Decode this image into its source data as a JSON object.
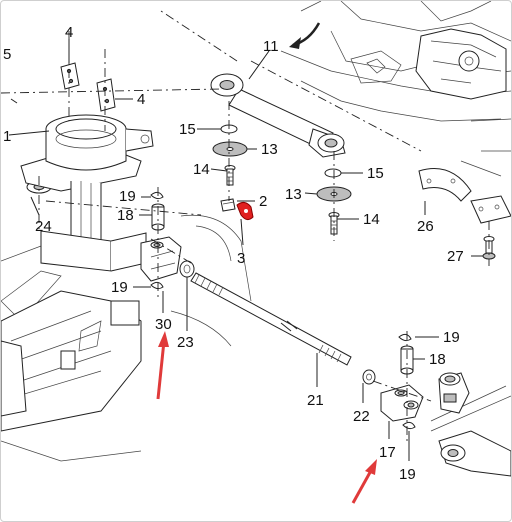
{
  "callouts": {
    "c1": "1",
    "c2": "2",
    "c3": "3",
    "c4a": "4",
    "c4b": "4",
    "c5": "5",
    "c11": "11",
    "c13a": "13",
    "c13b": "13",
    "c14a": "14",
    "c14b": "14",
    "c15a": "15",
    "c15b": "15",
    "c17": "17",
    "c18a": "18",
    "c18b": "18",
    "c19a": "19",
    "c19b": "19",
    "c19c": "19",
    "c19d": "19",
    "c21": "21",
    "c22": "22",
    "c23": "23",
    "c24": "24",
    "c26": "26",
    "c27": "27",
    "c30": "30"
  },
  "colors": {
    "highlight_part": "#e02020",
    "arrow": "#e03a3a",
    "line": "#222222",
    "shade": "#bdbdbd"
  }
}
